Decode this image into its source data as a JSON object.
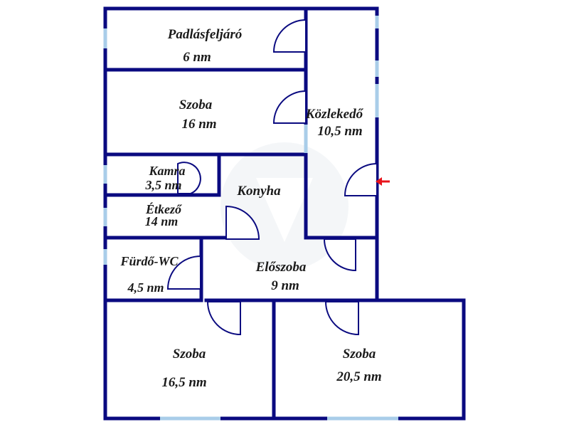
{
  "rooms": [
    {
      "name": "Padlásfeljáró",
      "area": "6 nm"
    },
    {
      "name": "Szoba",
      "area": "16 nm"
    },
    {
      "name": "Közlekedő",
      "area": "10,5 nm"
    },
    {
      "name": "Kamra",
      "area": "3,5 nm"
    },
    {
      "name": "Konyha",
      "area": ""
    },
    {
      "name": "Étkező",
      "area": "14 nm"
    },
    {
      "name": "Fürdő-WC",
      "area": "4,5 nm"
    },
    {
      "name": "Előszoba",
      "area": "9 nm"
    },
    {
      "name": "Szoba",
      "area": "16,5 nm"
    },
    {
      "name": "Szoba",
      "area": "20,5 nm"
    }
  ],
  "colors": {
    "wall": "#0a0a80",
    "window": "#a9cde9",
    "entrance_arrow": "#e8141c",
    "text": "#1a1a1a"
  },
  "icons": {
    "entrance": "entrance-arrow-icon",
    "watermark": "watermark-logo"
  }
}
